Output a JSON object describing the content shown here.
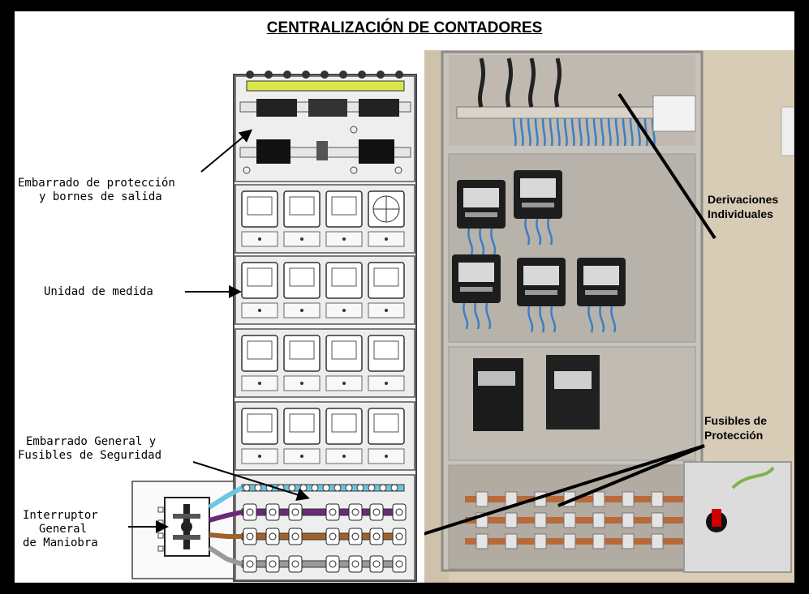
{
  "title": "CENTRALIZACIÓN DE CONTADORES",
  "diagram_labels": {
    "embarrado_proteccion_1": "Embarrado de protección",
    "embarrado_proteccion_2": "y bornes de salida",
    "unidad_medida": "Unidad de medida",
    "embarrado_general_1": "Embarrado General y",
    "embarrado_general_2": "Fusibles de Seguridad",
    "interruptor_1": "Interruptor",
    "interruptor_2": "General",
    "interruptor_3": "de Maniobra"
  },
  "photo_labels": {
    "derivaciones_1": "Derivaciones",
    "derivaciones_2": "Individuales",
    "fusibles_1": "Fusibles de",
    "fusibles_2": "Protección"
  },
  "colors": {
    "busbar_yellow": "#d8e64a",
    "busbar_cyan": "#6ec6e0",
    "busbar_purple": "#6a2a7a",
    "busbar_brown": "#a0622c",
    "panel_line": "#555555",
    "wall": "#d9ccb6"
  }
}
